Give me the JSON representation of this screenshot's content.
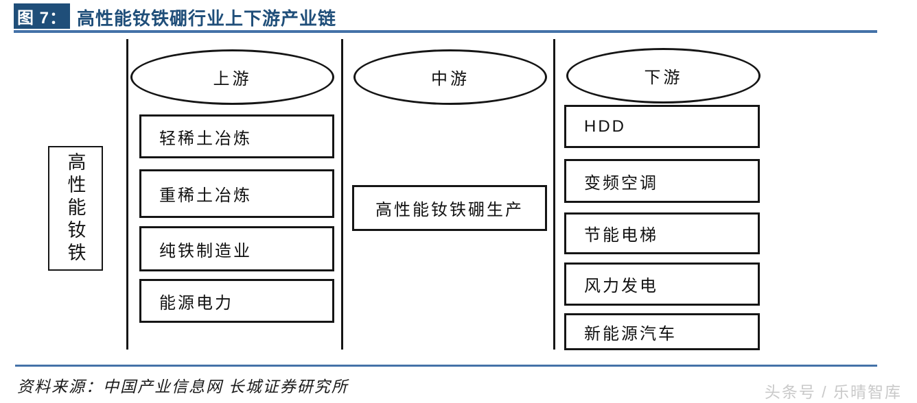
{
  "header": {
    "figure_label": "图 7：",
    "title": "高性能钕铁硼行业上下游产业链"
  },
  "diagram": {
    "side_label": "高性能钕铁",
    "columns": [
      {
        "id": "upstream",
        "header": "上游",
        "items": [
          "轻稀土冶炼",
          "重稀土冶炼",
          "纯铁制造业",
          "能源电力"
        ]
      },
      {
        "id": "midstream",
        "header": "中游",
        "items": [
          "高性能钕铁硼生产"
        ]
      },
      {
        "id": "downstream",
        "header": "下游",
        "items": [
          "HDD",
          "变频空调",
          "节能电梯",
          "风力发电",
          "新能源汽车"
        ]
      }
    ]
  },
  "footer": {
    "source": "资料来源：中国产业信息网 长城证券研究所",
    "watermark": "头条号 / 乐晴智库"
  },
  "colors": {
    "accent_dark_blue": "#1F4E79",
    "rule_blue": "#4472A8",
    "diagram_line_black": "#151515",
    "watermark_gray": "#c9c9c9"
  }
}
